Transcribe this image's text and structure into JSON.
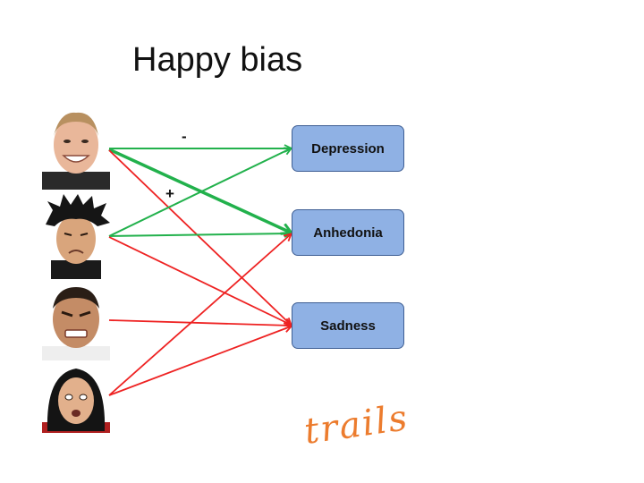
{
  "title": "Happy bias",
  "outcomes": {
    "depression": "Depression",
    "anhedonia": "Anhedonia",
    "sadness": "Sadness"
  },
  "signs": {
    "minus": "-",
    "plus": "+"
  },
  "logo": "trails",
  "colors": {
    "positive_arrow": "#22b14c",
    "negative_arrow": "#ee2222",
    "box_fill": "#8fb1e4",
    "box_border": "#3f5f94",
    "logo": "#ec7c2e"
  },
  "faces": [
    {
      "icon": "happy-face-icon"
    },
    {
      "icon": "sad-face-icon"
    },
    {
      "icon": "angry-face-icon"
    },
    {
      "icon": "fearful-face-icon"
    }
  ]
}
